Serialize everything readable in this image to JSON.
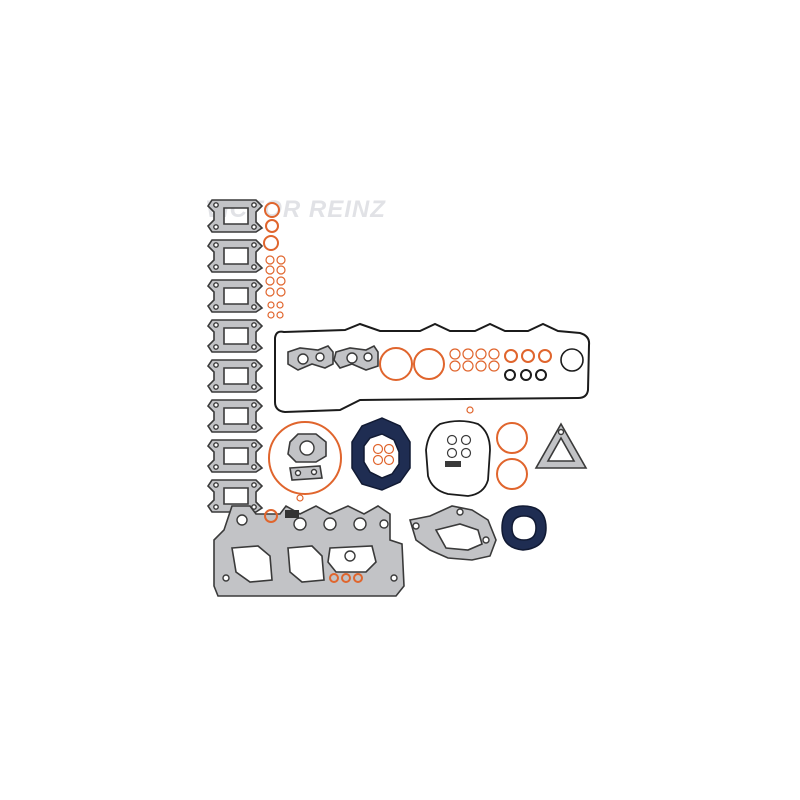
{
  "product": {
    "brand_watermark": "VICTOR REINZ"
  },
  "colors": {
    "background": "#ffffff",
    "gasket_grey": "#c2c3c6",
    "oring_orange": "#e0652d",
    "seal_navy": "#1f2d52",
    "outline_black": "#1b1b1b"
  },
  "parts": [
    {
      "name": "exhaust-manifold-gasket",
      "count": 8
    },
    {
      "name": "o-ring",
      "color": "orange"
    },
    {
      "name": "valve-cover-gasket",
      "color": "black"
    },
    {
      "name": "crankshaft-seal",
      "color": "navy"
    },
    {
      "name": "turbo-gasket",
      "color": "grey"
    },
    {
      "name": "head-gasket",
      "color": "grey"
    },
    {
      "name": "triangle-flange-gasket",
      "color": "grey"
    }
  ]
}
